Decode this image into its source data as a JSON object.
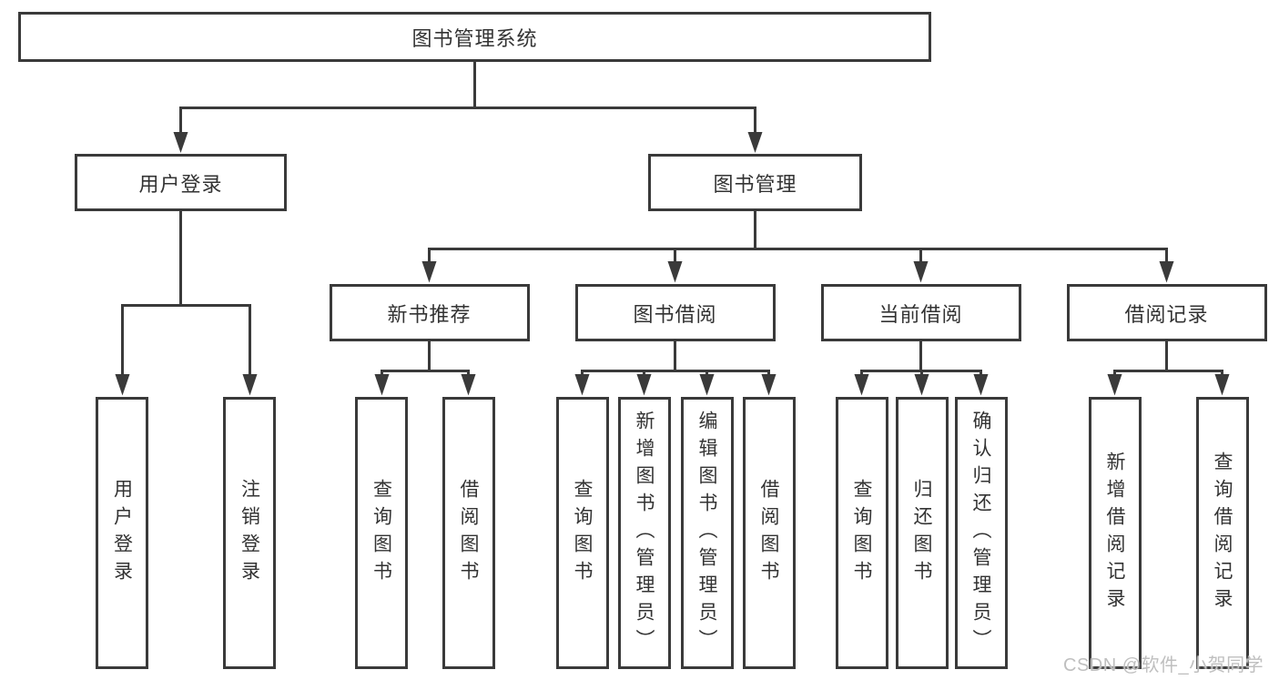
{
  "watermark": "CSDN @软件_小贺同学",
  "colors": {
    "line": "#3a3a3a",
    "text": "#333333",
    "background": "#ffffff",
    "watermark": "#bfbfbf"
  },
  "tree": {
    "root": {
      "label": "图书管理系统"
    },
    "level2": [
      {
        "label": "用户登录",
        "leaves": [
          {
            "label": "用户登录"
          },
          {
            "label": "注销登录"
          }
        ]
      },
      {
        "label": "图书管理",
        "children": [
          {
            "label": "新书推荐",
            "leaves": [
              {
                "label": "查询图书"
              },
              {
                "label": "借阅图书"
              }
            ]
          },
          {
            "label": "图书借阅",
            "leaves": [
              {
                "label": "查询图书"
              },
              {
                "label": "新增图书（管理员）"
              },
              {
                "label": "编辑图书（管理员）"
              },
              {
                "label": "借阅图书"
              }
            ]
          },
          {
            "label": "当前借阅",
            "leaves": [
              {
                "label": "查询图书"
              },
              {
                "label": "归还图书"
              },
              {
                "label": "确认归还（管理员）"
              }
            ]
          },
          {
            "label": "借阅记录",
            "leaves": [
              {
                "label": "新增借阅记录"
              },
              {
                "label": "查询借阅记录"
              }
            ]
          }
        ]
      }
    ]
  }
}
